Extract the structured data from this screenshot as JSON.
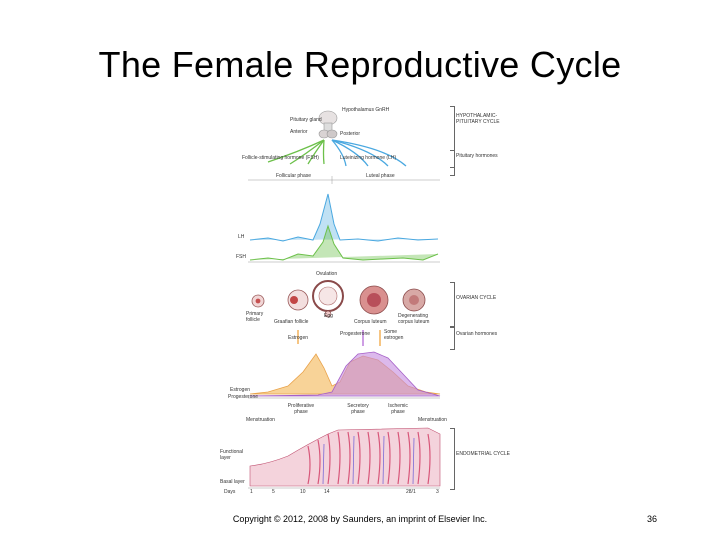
{
  "slide": {
    "title": "The Female Reproductive Cycle",
    "copyright": "Copyright © 2012, 2008 by Saunders, an imprint of Elsevier Inc.",
    "page_number": "36"
  },
  "figure": {
    "hypothalamus_label": "Hypothalamus GnRH",
    "pituitary_label": "Pituitary gland",
    "anterior_label": "Anterior",
    "posterior_label": "Posterior",
    "fsh_label": "Follicle-stimulating hormone (FSH)",
    "lh_label": "Luteinizing hormone (LH)",
    "follicular_phase": "Follicular phase",
    "luteal_phase": "Luteal phase",
    "lh_axis": "LH",
    "fsh_axis": "FSH",
    "ovulation": "Ovulation",
    "primary_follicle": "Primary follicle",
    "graafian_follicle": "Graafian follicle",
    "egg": "Egg",
    "corpus_luteum": "Corpus luteum",
    "degenerating_corpus_luteum": "Degenerating corpus luteum",
    "estrogen_arrow": "Estrogen",
    "progesterone_arrow": "Progesterone",
    "some_estrogen": "Some estrogen",
    "estrogen_axis": "Estrogen",
    "progesterone_axis": "Progesterone",
    "proliferative_phase": "Proliferative phase",
    "secretory_phase": "Secretory phase",
    "ischemic_phase": "Ischemic phase",
    "menstruation_1": "Menstruation",
    "menstruation_2": "Menstruation",
    "functional_layer": "Functional layer",
    "basal_layer": "Basal layer",
    "days_label": "Days",
    "day_ticks": [
      "1",
      "5",
      "10",
      "14",
      "28/1",
      "3"
    ]
  },
  "side_labels": {
    "hpo_cycle": "HYPOTHALAMIC-PITUITARY CYCLE",
    "pituitary_hormones": "Pituitary hormones",
    "ovarian_cycle": "OVARIAN CYCLE",
    "ovarian_hormones": "Ovarian hormones",
    "endometrial_cycle": "ENDOMETRIAL CYCLE"
  },
  "colors": {
    "lh_curve": "#4aa8e0",
    "fsh_curve": "#6cc04a",
    "estrogen_curve": "#f2b24a",
    "progesterone_curve": "#b46ad6",
    "endometrium": "#d8577a"
  }
}
